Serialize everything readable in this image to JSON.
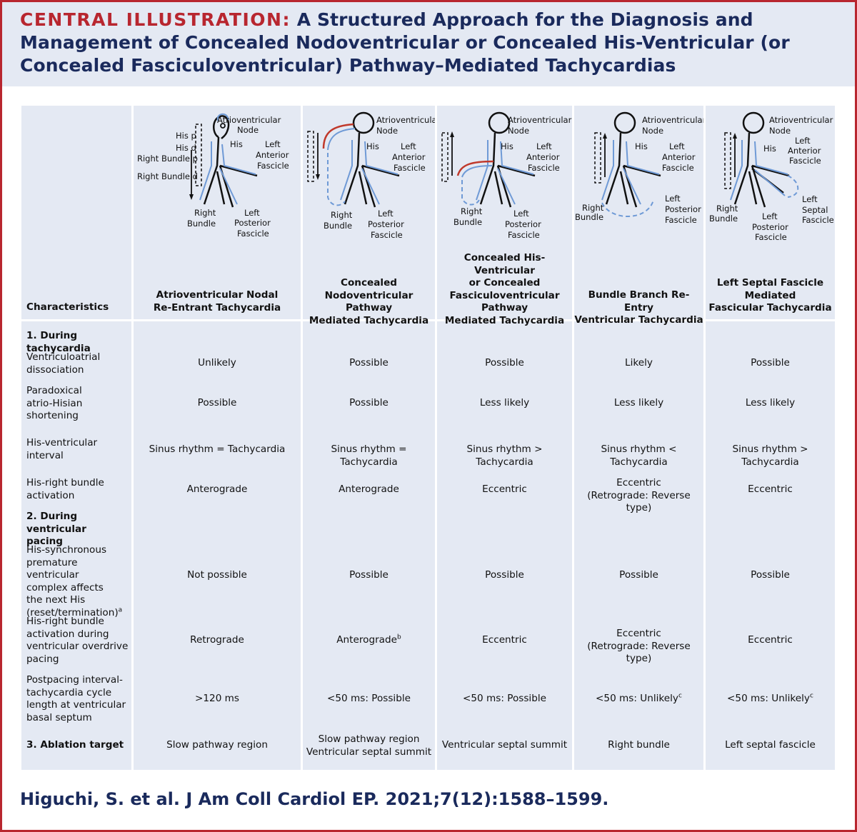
{
  "title": {
    "lead": "CENTRAL ILLUSTRATION:",
    "line1": "A Structured Approach for the Diagnosis and",
    "line2": "Management of Concealed Nodoventricular or Concealed His-Ventricular (or",
    "line3": "Concealed Fasciculoventricular) Pathway–Mediated Tachycardias"
  },
  "diagram_labels": {
    "av_node_1": "Atrioventricular",
    "av_node_2": "Node",
    "his": "His",
    "left": "Left",
    "anterior": "Anterior",
    "fascicle": "Fascicle",
    "right": "Right",
    "bundle": "Bundle",
    "posterior": "Posterior",
    "septal": "Septal",
    "his_p": "His p",
    "his_d": "His d",
    "rb_p": "Right Bundle p",
    "rb_d": "Right Bundle d"
  },
  "table": {
    "characteristics_header": "Characteristics",
    "columns": [
      {
        "lines": [
          "Atrioventricular Nodal",
          "Re-Entrant Tachycardia"
        ]
      },
      {
        "lines": [
          "Concealed",
          "Nodoventricular Pathway",
          "Mediated Tachycardia"
        ]
      },
      {
        "lines": [
          "Concealed His-Ventricular",
          "or Concealed",
          "Fasciculoventricular",
          "Pathway",
          "Mediated Tachycardia"
        ]
      },
      {
        "lines": [
          "Bundle Branch Re-Entry",
          "Ventricular Tachycardia"
        ]
      },
      {
        "lines": [
          "Left Septal Fascicle",
          "Mediated",
          "Fascicular Tachycardia"
        ]
      }
    ],
    "sections": {
      "s1": "1. During tachycardia",
      "s2_l1": "2. During ventricular",
      "s2_l2": "pacing",
      "s3": "3. Ablation target"
    },
    "rows": [
      {
        "label": [
          "Ventriculoatrial",
          "dissociation"
        ],
        "values": [
          "Unlikely",
          "Possible",
          "Possible",
          "Likely",
          "Possible"
        ]
      },
      {
        "label": [
          "Paradoxical",
          "atrio-Hisian",
          "shortening"
        ],
        "values": [
          "Possible",
          "Possible",
          "Less likely",
          "Less likely",
          "Less likely"
        ]
      },
      {
        "label": [
          "His-ventricular",
          "interval"
        ],
        "values": [
          "Sinus rhythm = Tachycardia",
          "Sinus rhythm = Tachycardia",
          "Sinus rhythm > Tachycardia",
          "Sinus rhythm < Tachycardia",
          "Sinus rhythm > Tachycardia"
        ]
      },
      {
        "label": [
          "His-right bundle",
          "activation"
        ],
        "values": [
          "Anterograde",
          "Anterograde",
          "Eccentric",
          "Eccentric",
          "Eccentric"
        ],
        "extra4": "(Retrograde: Reverse type)"
      },
      {
        "label": [
          "His-synchronous",
          "premature ventricular",
          "complex affects",
          "the next His",
          "(reset/termination)"
        ],
        "sup": "a",
        "values": [
          "Not possible",
          "Possible",
          "Possible",
          "Possible",
          "Possible"
        ]
      },
      {
        "label": [
          "His-right bundle",
          "activation during",
          "ventricular overdrive",
          "pacing"
        ],
        "values": [
          "Retrograde",
          "Anterograde",
          "Eccentric",
          "Eccentric",
          "Eccentric"
        ],
        "sup2": "b",
        "extra4": "(Retrograde: Reverse type)"
      },
      {
        "label": [
          "Postpacing interval-",
          "tachycardia cycle",
          "length at ventricular",
          "basal septum"
        ],
        "values": [
          ">120 ms",
          "<50 ms: Possible",
          "<50 ms: Possible",
          "<50 ms: Unlikely",
          "<50 ms: Unlikely"
        ],
        "sup4": "c",
        "sup5": "c"
      }
    ],
    "ablation": [
      "Slow pathway region",
      "Slow pathway region",
      "Ventricular septal summit",
      "Right bundle",
      "Left septal fascicle"
    ],
    "ablation_extra2": "Ventricular septal summit"
  },
  "citation": "Higuchi, S. et al. J Am Coll Cardiol EP. 2021;7(12):1588–1599.",
  "colors": {
    "accent_red": "#b8262f",
    "navy": "#1a2a5c",
    "panel": "#e4e9f3",
    "arrow_blue": "#6f9ad6"
  }
}
